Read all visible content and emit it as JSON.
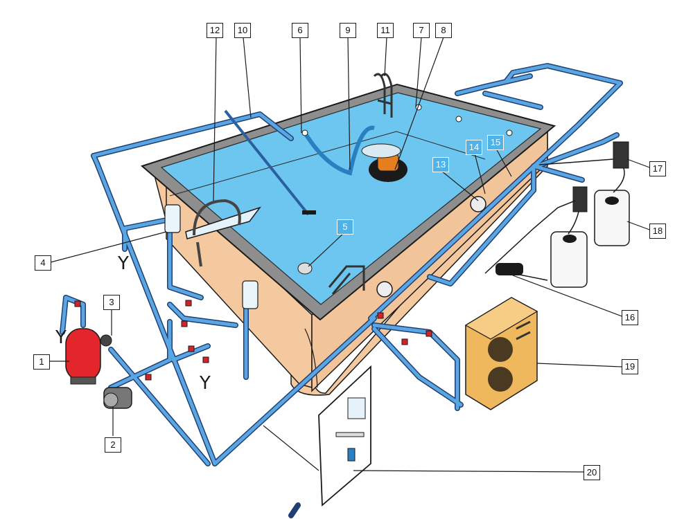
{
  "colors": {
    "pipe": "#4a8fd0",
    "pipe_dark": "#1f3e73",
    "water": "#6cc6ef",
    "tank_wall": "#f4c9a0",
    "coping": "#8e8e8e",
    "valve": "#d2232a",
    "heat_pump": "#f0b85c",
    "filter_tank": "#e3262b"
  },
  "labels": [
    {
      "id": "1",
      "text": "1"
    },
    {
      "id": "2",
      "text": "2"
    },
    {
      "id": "3",
      "text": "3"
    },
    {
      "id": "4",
      "text": "4"
    },
    {
      "id": "5",
      "text": "5"
    },
    {
      "id": "6",
      "text": "6"
    },
    {
      "id": "7",
      "text": "7"
    },
    {
      "id": "8",
      "text": "8"
    },
    {
      "id": "9",
      "text": "9"
    },
    {
      "id": "10",
      "text": "10"
    },
    {
      "id": "11",
      "text": "11"
    },
    {
      "id": "12",
      "text": "12"
    },
    {
      "id": "13",
      "text": "13"
    },
    {
      "id": "14",
      "text": "14"
    },
    {
      "id": "15",
      "text": "15"
    },
    {
      "id": "16",
      "text": "16"
    },
    {
      "id": "17",
      "text": "17"
    },
    {
      "id": "18",
      "text": "18"
    },
    {
      "id": "19",
      "text": "19"
    },
    {
      "id": "20",
      "text": "20"
    }
  ],
  "drain_symbols": [
    "Y",
    "Y",
    "Y"
  ]
}
